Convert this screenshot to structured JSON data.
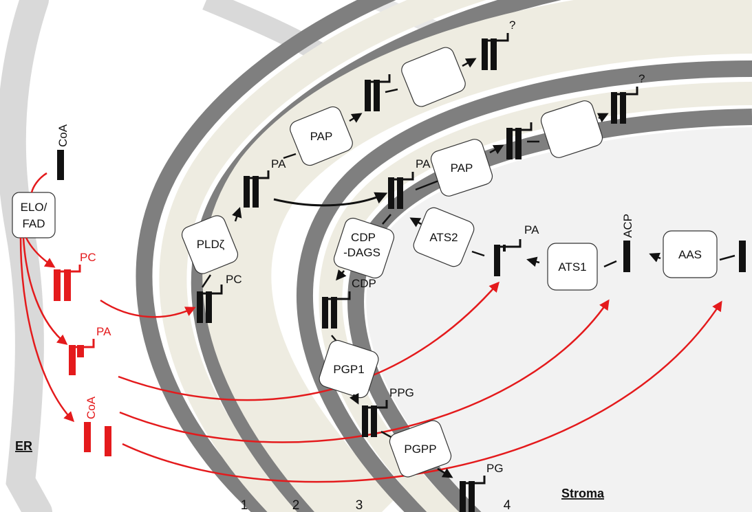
{
  "compartments": {
    "er": "ER",
    "stroma": "Stroma"
  },
  "membrane_numbers": [
    "1",
    "2",
    "3",
    "4"
  ],
  "enzymes": {
    "elo_fad_line1": "ELO/",
    "elo_fad_line2": "FAD",
    "pld": "PLDζ",
    "pap_outer": "PAP",
    "pap_inner": "PAP",
    "cdp_dags_line1": "CDP",
    "cdp_dags_line2": "-DAGS",
    "ats2": "ATS2",
    "ats1": "ATS1",
    "aas": "AAS",
    "pgp1": "PGP1",
    "pgpp": "PGPP"
  },
  "lipid_labels": {
    "coa_top": "CoA",
    "pc_er": "PC",
    "pa_er": "PA",
    "coa_er": "CoA",
    "pc_envelope": "PC",
    "pa_outer": "PA",
    "pa_inner": "PA",
    "pa_stroma": "PA",
    "acp": "ACP",
    "cdp": "CDP",
    "ppg": "PPG",
    "pg": "PG",
    "unknown_outer": "?",
    "unknown_inner": "?"
  },
  "colors": {
    "membrane_dark": "#7f7f7f",
    "lumen": "#eeece1",
    "er": "#d9d9d9",
    "stroma_bg": "#f2f2f2",
    "er_pathway": "#e41a1c",
    "chloroplast_pathway": "#111111"
  }
}
